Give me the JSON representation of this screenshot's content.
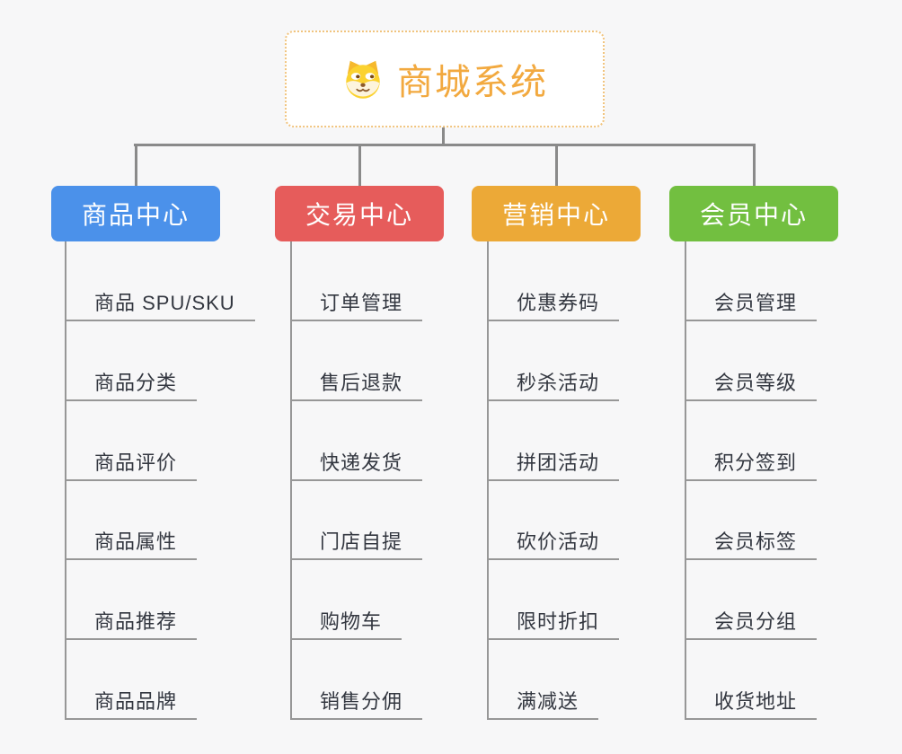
{
  "root": {
    "label": "商城系统",
    "icon": "shiba-dog-icon",
    "text_color": "#f2a93f",
    "border_color": "#f1c47e"
  },
  "branches": [
    {
      "label": "商品中心",
      "color": "#4b91ea",
      "children": [
        "商品 SPU/SKU",
        "商品分类",
        "商品评价",
        "商品属性",
        "商品推荐",
        "商品品牌"
      ]
    },
    {
      "label": "交易中心",
      "color": "#e65c5b",
      "children": [
        "订单管理",
        "售后退款",
        "快递发货",
        "门店自提",
        "购物车",
        "销售分佣"
      ]
    },
    {
      "label": "营销中心",
      "color": "#eca937",
      "children": [
        "优惠券码",
        "秒杀活动",
        "拼团活动",
        "砍价活动",
        "限时折扣",
        "满减送"
      ]
    },
    {
      "label": "会员中心",
      "color": "#72bf40",
      "children": [
        "会员管理",
        "会员等级",
        "积分签到",
        "会员标签",
        "会员分组",
        "收货地址"
      ]
    }
  ],
  "colors": {
    "background": "#f7f7f8",
    "connector": "#8a8a8a",
    "child_line": "#979797",
    "child_text": "#333740",
    "branch_text": "#ffffff"
  }
}
